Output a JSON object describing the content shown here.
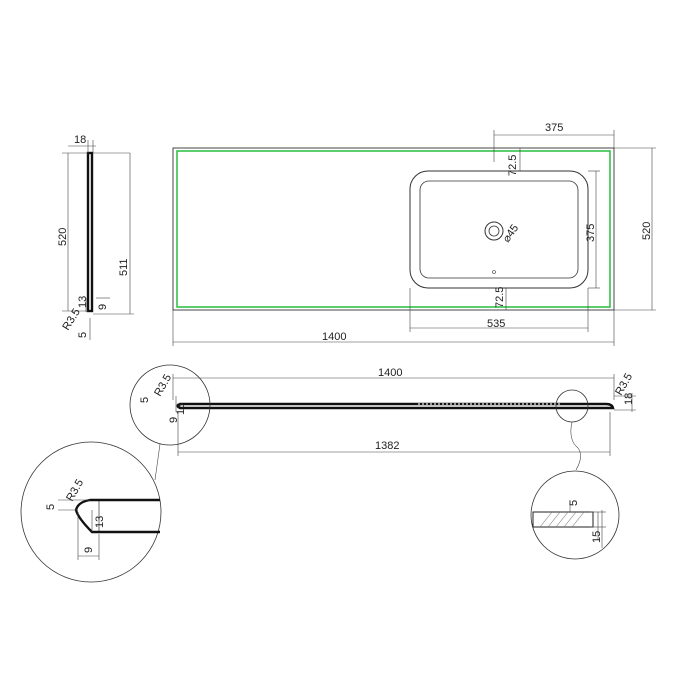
{
  "dimensions": {
    "side_thickness": "18",
    "side_height": "520",
    "side_inner_height": "511",
    "side_lip": "13",
    "side_radius": "R3.5",
    "side_inset": "9",
    "side_bottom": "5",
    "top_offset": "375",
    "bowl_margin_top": "72.5",
    "bowl_depth": "375",
    "bowl_margin_bottom": "72.5",
    "drain": "⌀45",
    "overall_depth": "520",
    "bowl_width": "535",
    "overall_width": "1400",
    "front_width": "1400",
    "front_radius_left": "R3.5",
    "front_step_left": "5",
    "front_lip_left": "13",
    "front_inset_left": "9",
    "front_radius_right": "R3.5",
    "front_thickness_right": "18",
    "inner_width": "1382",
    "detail_radius": "R3.5",
    "detail_step": "5",
    "detail_lip": "13",
    "detail_inset": "9",
    "detail2_step": "5",
    "detail2_thickness": "15"
  },
  "colors": {
    "line": "#333333",
    "outline_highlight": "#34c24a"
  }
}
